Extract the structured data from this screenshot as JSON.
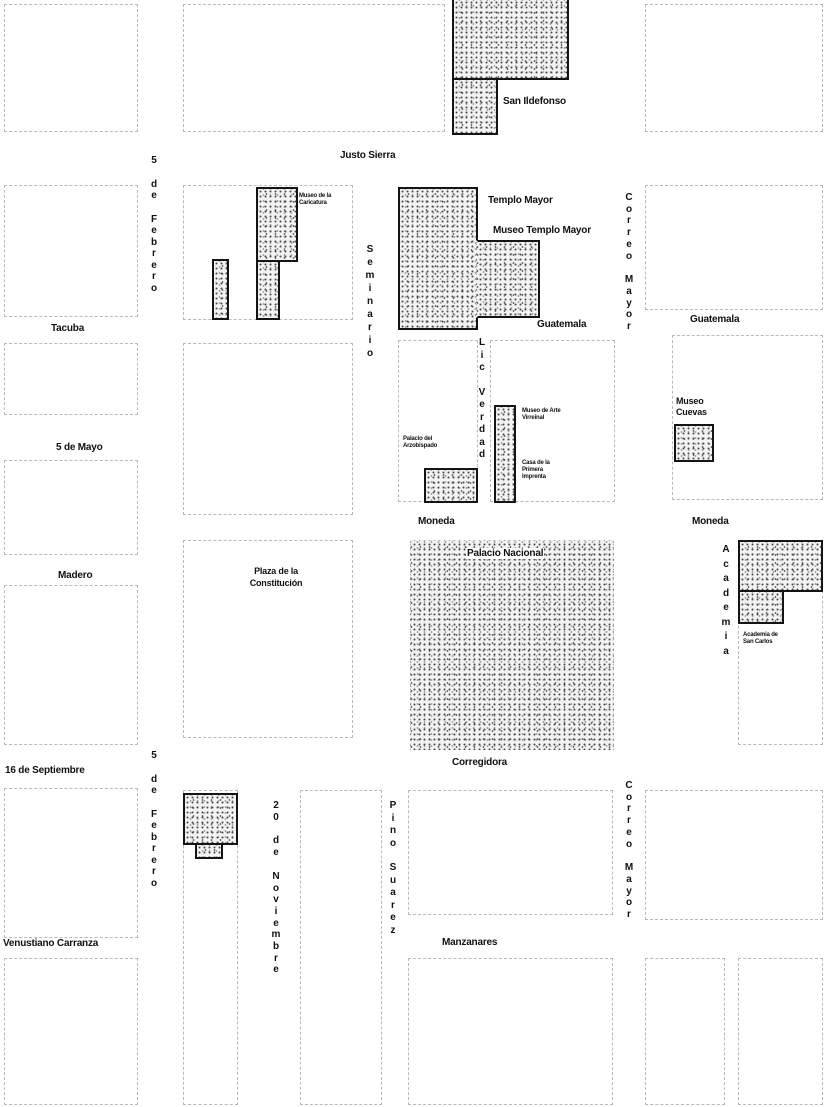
{
  "map": {
    "streets_horizontal": {
      "justo_sierra": "Justo Sierra",
      "tacuba": "Tacuba",
      "guatemala_center": "Guatemala",
      "guatemala_right": "Guatemala",
      "cinco_de_mayo": "5 de Mayo",
      "moneda_center": "Moneda",
      "moneda_right": "Moneda",
      "madero": "Madero",
      "dieciseis_sep": "16 de Septiembre",
      "corregidora": "Corregidora",
      "venustiano": "Venustiano Carranza",
      "manzanares": "Manzanares"
    },
    "streets_vertical": {
      "cinco_febrero_top": "5 de Febrero",
      "cinco_febrero_bottom": "5 de Febrero",
      "seminario": "Seminario",
      "licenciado_verdad": "Lic Verdad",
      "correo_mayor_top": "Correo Mayor",
      "correo_mayor_bottom": "Correo Mayor",
      "academia": "Academia",
      "veinte_noviembre": "20 de Noviembre",
      "pino_suarez": "Pino Suarez"
    },
    "places": {
      "san_ildefonso": "San Ildefonso",
      "templo_mayor": "Templo Mayor",
      "museo_templo_mayor": "Museo Templo Mayor",
      "museo_caricatura": "Museo de la Caricatura",
      "museo_cuevas": "Museo Cuevas",
      "museo_arte_virreinal": "Museo de Arte Virreinal",
      "casa_primera_imprenta": "Casa de la Primera Imprenta",
      "palacio_arzobispado": "Palacio del Arzobispado",
      "palacio_nacional": "Palacio Nacional",
      "plaza_constitucion": "Plaza de la Constitución",
      "academia_san_carlos": "Academia de San Carlos"
    }
  }
}
